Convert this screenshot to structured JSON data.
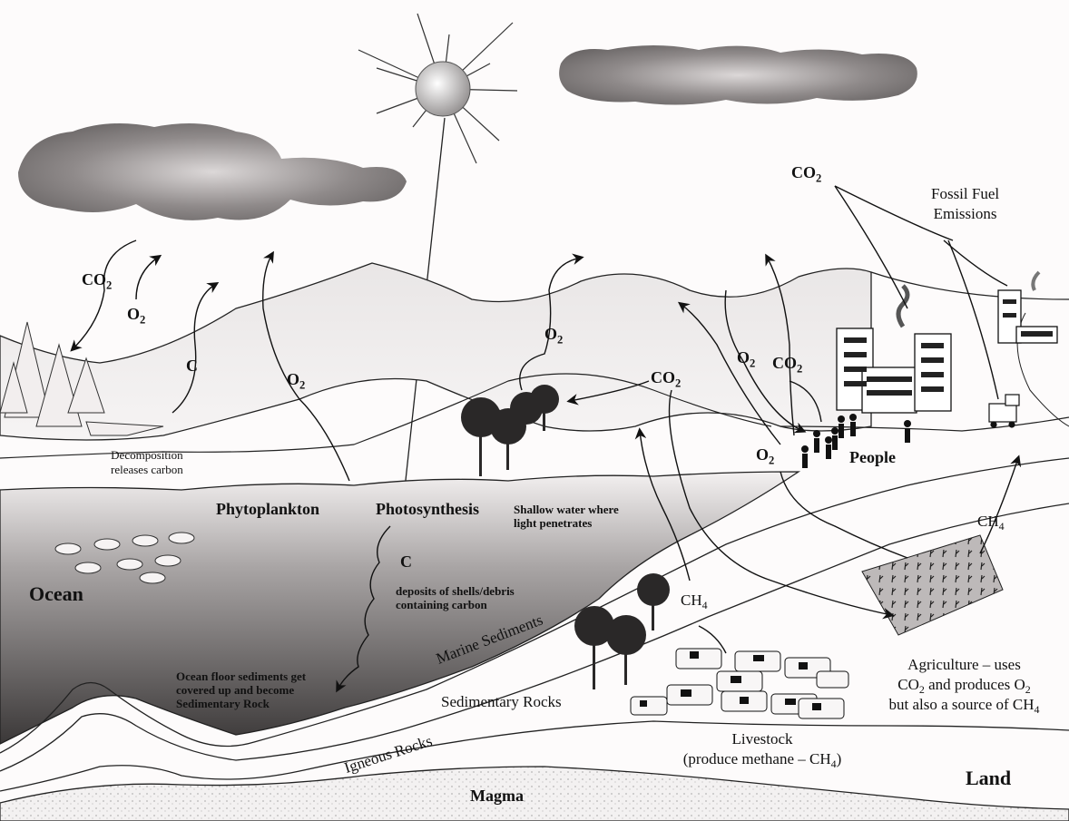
{
  "labels": {
    "co2_left": "CO",
    "o2_left": "O",
    "c_left": "C",
    "o2_mid": "O",
    "decomposition": [
      "Decomposition",
      "releases carbon"
    ],
    "phytoplankton": "Phytoplankton",
    "photosynthesis": "Photosynthesis",
    "shallow_water": [
      "Shallow water where",
      "light penetrates"
    ],
    "c_deposit": "C",
    "deposits": [
      "deposits of shells/debris",
      "containing carbon"
    ],
    "ocean": "Ocean",
    "ocean_floor": [
      "Ocean floor sediments get",
      "covered up and become",
      "Sedimentary Rock"
    ],
    "marine_sediments": "Marine Sediments",
    "sedimentary_rocks": "Sedimentary Rocks",
    "igneous_rocks": "Igneous Rocks",
    "magma": "Magma",
    "o2_trees": "O",
    "co2_trees": "CO",
    "o2_right": "O",
    "co2_right": "CO",
    "o2_people": "O",
    "people": "People",
    "co2_top": "CO",
    "fossil_fuel": [
      "Fossil Fuel",
      "Emissions"
    ],
    "ch4_right": "CH",
    "ch4_livestock": "CH",
    "livestock_1": "Livestock",
    "livestock_2_prefix": "(produce methane – CH",
    "livestock_2_suffix": ")",
    "agri_1": "Agriculture – uses",
    "agri_2a": "CO",
    "agri_2b": " and produces O",
    "agri_3": "but also a source of CH",
    "land": "Land",
    "sub2": "2",
    "sub4": "4"
  },
  "colors": {
    "background": "#fdfbfb",
    "line": "#222222",
    "hills": "#e4e1e1",
    "ocean_light": "#f2efef",
    "ocean_dark": "#3e3b3b",
    "cloud": "#8a8585"
  }
}
